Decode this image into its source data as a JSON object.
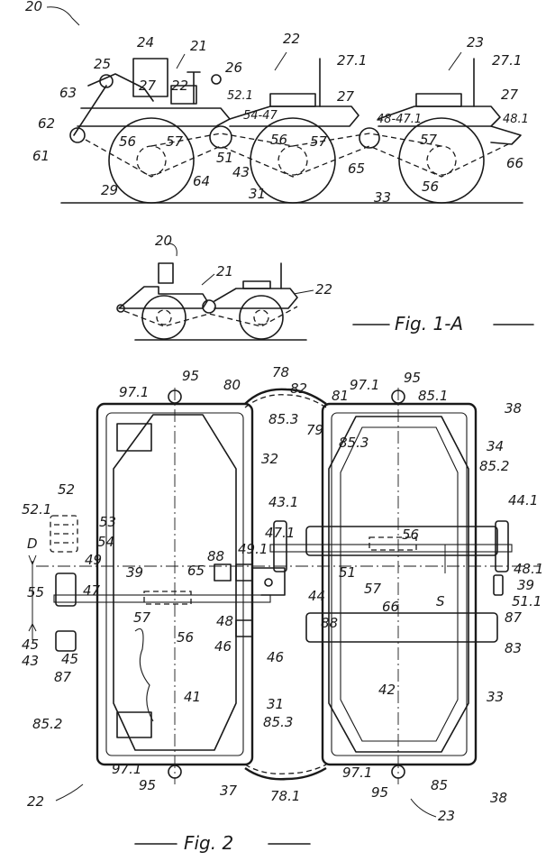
{
  "figures": {
    "fig1": {
      "labels": {
        "l20": "20",
        "l24": "24",
        "l21": "21",
        "l22": "22",
        "l23": "23",
        "l25": "25",
        "l26": "26",
        "l27a": "27",
        "l27b": "27",
        "l27c": "27",
        "l271a": "27.1",
        "l271b": "27.1",
        "l22b": "22",
        "l63": "63",
        "l62": "62",
        "l61": "61",
        "l521": "52.1",
        "l5447": "54-47",
        "l4847": "48-47.1",
        "l481": "48.1",
        "l56a": "56",
        "l57a": "57",
        "l56b": "56",
        "l57b": "57",
        "l57c": "57",
        "l56c": "56",
        "l51": "51",
        "l43": "43",
        "l64": "64",
        "l65": "65",
        "l66": "66",
        "l29": "29",
        "l31": "31",
        "l33": "33"
      }
    },
    "fig1a": {
      "caption": "Fig. 1-A",
      "labels": {
        "l20": "20",
        "l21": "21",
        "l22": "22"
      }
    },
    "fig2": {
      "caption": "Fig. 2",
      "labels": {
        "l95a": "95",
        "l971a": "97.1",
        "l80": "80",
        "l78": "78",
        "l82": "82",
        "l81": "81",
        "l971b": "97.1",
        "l95b": "95",
        "l851a": "85.1",
        "l38a": "38",
        "l853a": "85.3",
        "l79": "79",
        "l853b": "85.3",
        "l34": "34",
        "l32": "32",
        "l852a": "85.2",
        "l52": "52",
        "l521": "52.1",
        "l53": "53",
        "l54": "54",
        "lD": "D",
        "l49": "49",
        "l431": "43.1",
        "l471": "47.1",
        "l491": "49.1",
        "l441": "44.1",
        "l56a": "56",
        "l88a": "88",
        "l65": "65",
        "l39a": "39",
        "l51": "51",
        "l481": "48.1",
        "l55": "55",
        "l47": "47",
        "l44": "44",
        "l39b": "39",
        "l511": "51.1",
        "l57a": "57",
        "l66": "66",
        "lS": "S",
        "l48": "48",
        "l57b": "57",
        "l56b": "56",
        "l88b": "88",
        "l87a": "87",
        "l46a": "46",
        "l45a": "45",
        "l45b": "45",
        "l43": "43",
        "l46b": "46",
        "l83": "83",
        "l87b": "87",
        "l41": "41",
        "l42": "42",
        "l31": "31",
        "l33": "33",
        "l852b": "85.2",
        "l853c": "85.3",
        "l971c": "97.1",
        "l971d": "97.1",
        "l95c": "95",
        "l95d": "95",
        "l85": "85",
        "l22": "22",
        "l37": "37",
        "l781": "78.1",
        "l23": "23",
        "l38b": "38"
      }
    }
  }
}
